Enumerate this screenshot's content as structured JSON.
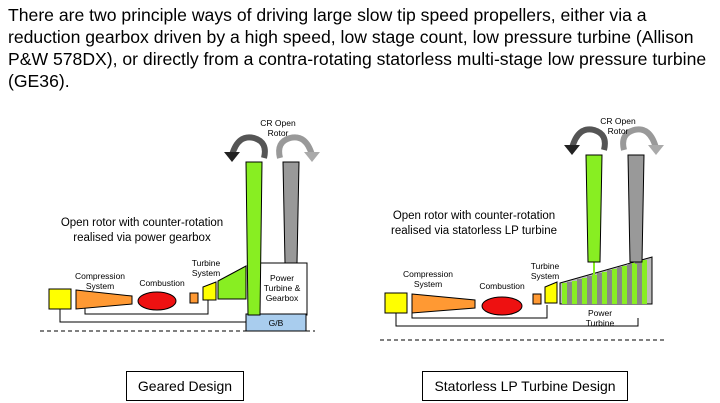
{
  "intro_text": "There are two principle ways of driving large slow tip speed propellers, either via a reduction gearbox driven by a high speed, low stage count, low pressure turbine (Allison P&W 578DX), or directly from a contra-rotating statorless multi-stage low pressure turbine (GE36).",
  "left": {
    "rotor_label": "CR Open Rotor",
    "caption": "Open rotor with counter-rotation realised via power gearbox",
    "compression": "Compression System",
    "combustion": "Combustion",
    "turbine": "Turbine System",
    "power": "Power Turbine & Gearbox",
    "gb": "G/B",
    "design": "Geared Design"
  },
  "right": {
    "rotor_label": "CR Open Rotor",
    "caption": "Open rotor with counter-rotation realised via statorless LP turbine",
    "compression": "Compression System",
    "combustion": "Combustion",
    "turbine": "Turbine System",
    "power": "Power Turbine",
    "design": "Statorless LP Turbine Design"
  },
  "colors": {
    "yellow": "#ffff00",
    "orange": "#ff9933",
    "red": "#ee1111",
    "green": "#88ee22",
    "grey": "#999999",
    "gearbox": "#a9cdee"
  }
}
